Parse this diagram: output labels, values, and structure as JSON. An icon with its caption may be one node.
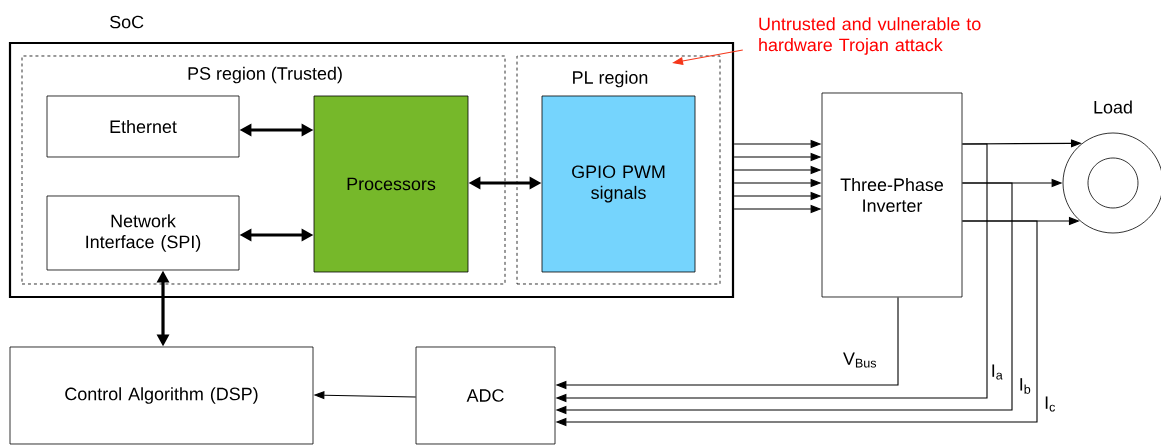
{
  "diagram": {
    "nodes": [
      {
        "text": [
          "SoC"
        ]
      },
      {
        "text": [
          "PS region (Trusted)"
        ],
        "in": 0
      },
      {
        "text": [
          "PL region"
        ],
        "in": 0
      },
      {
        "text": [
          "Ethernet"
        ],
        "in": 1
      },
      {
        "text": [
          "Network Interface (SPI)"
        ],
        "in": 1
      },
      {
        "text": [
          "Processors"
        ],
        "in": 1
      },
      {
        "text": [
          "GPIO PWM signals"
        ],
        "in": 2
      },
      {
        "text": [
          "Three-Phase Inverter"
        ]
      },
      {
        "text": [
          "Load"
        ]
      },
      {
        "text": [
          "Control Algorithm (DSP)"
        ]
      },
      {
        "text": [
          "ADC"
        ]
      },
      {
        "text": [
          "Untrusted and vulnerable to hardware Trojan attack"
        ]
      }
    ],
    "edges": [
      {
        "from": 3,
        "to": 5,
        "arrow": "both",
        "style": "thick"
      },
      {
        "from": 4,
        "to": 5,
        "arrow": "both",
        "style": "thick"
      },
      {
        "from": 5,
        "to": 6,
        "arrow": "both",
        "style": "thick"
      },
      {
        "from": 4,
        "to": 9,
        "arrow": "both",
        "style": "thick"
      },
      {
        "from": 10,
        "to": 9,
        "arrow": "to"
      },
      {
        "from": 0,
        "to": 7,
        "arrow": "to"
      },
      {
        "from": 0,
        "to": 7,
        "arrow": "to"
      },
      {
        "from": 0,
        "to": 7,
        "arrow": "to"
      },
      {
        "from": 0,
        "to": 7,
        "arrow": "to"
      },
      {
        "from": 0,
        "to": 7,
        "arrow": "to"
      },
      {
        "from": 0,
        "to": 7,
        "arrow": "to"
      },
      {
        "from": 7,
        "to": 8,
        "arrow": "to"
      },
      {
        "from": 7,
        "to": 8,
        "arrow": "to"
      },
      {
        "from": 7,
        "to": 8,
        "arrow": "to"
      },
      {
        "from": 7,
        "to": 10,
        "arrow": "to",
        "label": "V$_{Bus}$"
      },
      {
        "from": 7,
        "to": 10,
        "arrow": "to",
        "label": "I$_{a}$"
      },
      {
        "from": 7,
        "to": 10,
        "arrow": "to",
        "label": "I$_{b}$"
      },
      {
        "from": 7,
        "to": 10,
        "arrow": "to",
        "label": "I$_{c}$"
      },
      {
        "from": 11,
        "to": 2,
        "arrow": "to",
        "color": "#f5371b"
      }
    ]
  }
}
